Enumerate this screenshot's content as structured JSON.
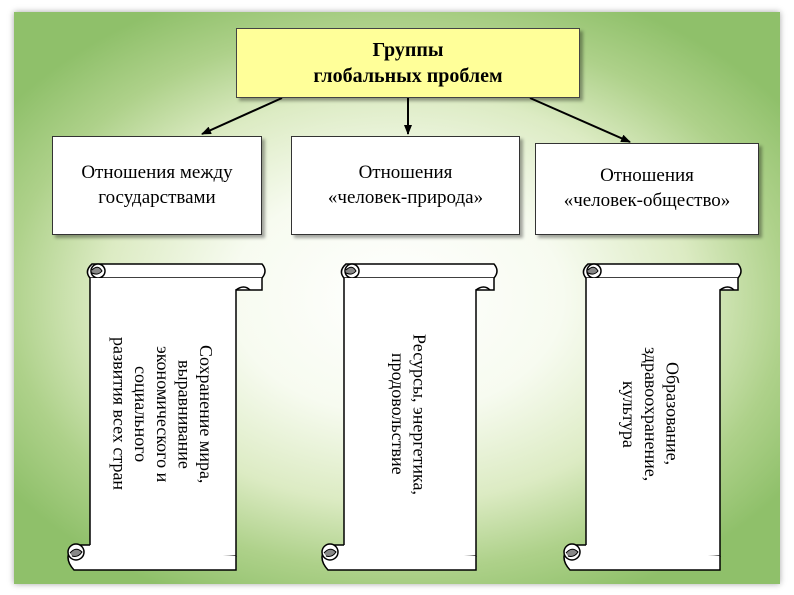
{
  "title": "Группы\nглобальных проблем",
  "categories": [
    {
      "label": "Отношения между\nгосударствами"
    },
    {
      "label": "Отношения\n«человек-природа»"
    },
    {
      "label": "Отношения\n«человек-общество»"
    }
  ],
  "scrolls": [
    {
      "text": "Сохранение мира,\nвыравнивание\nэкономического и\nсоциального\nразвития всех стран"
    },
    {
      "text": "Ресурсы, энергетика,\nпродовольствие"
    },
    {
      "text": "Образование,\nздравоохранение,\nкультура"
    }
  ],
  "colors": {
    "title_fill": "#ffff99",
    "background_vignette": "#8fc06a"
  }
}
